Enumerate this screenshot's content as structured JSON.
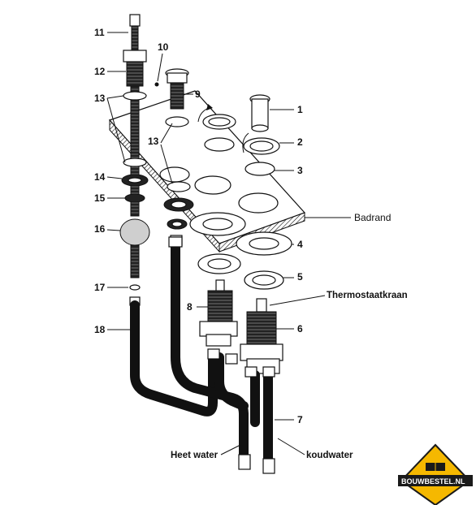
{
  "callouts": [
    "1",
    "2",
    "3",
    "4",
    "5",
    "6",
    "7",
    "8",
    "9",
    "10",
    "11",
    "12",
    "13",
    "13",
    "14",
    "15",
    "16",
    "17",
    "18"
  ],
  "labels": {
    "badrand": "Badrand",
    "thermostaat": "Thermostaatkraan",
    "heet_water": "Heet water",
    "koudwater": "koudwater"
  },
  "logo": {
    "text": "BOUWBESTEL.NL",
    "accent_color": "#f5b800",
    "dark_color": "#1a1a1a"
  },
  "colors": {
    "line": "#111111",
    "background": "#ffffff"
  }
}
